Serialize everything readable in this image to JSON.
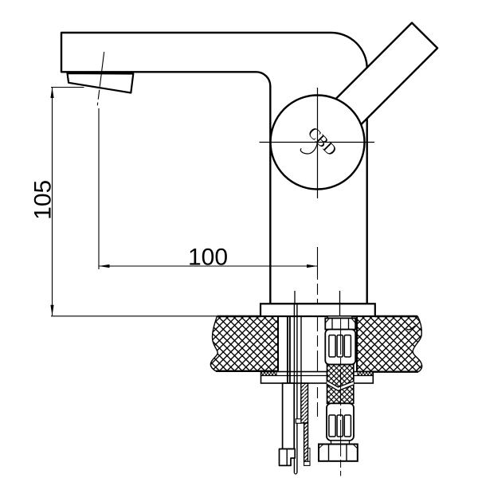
{
  "drawing": {
    "type": "technical-dimension-drawing",
    "subject": "single-lever basin mixer tap mounted on countertop, side elevation with installation section",
    "labels": {
      "height_dimension": "105",
      "reach_dimension": "100",
      "logo": "CBD"
    },
    "colors": {
      "line": "#000000",
      "background": "#ffffff"
    }
  }
}
